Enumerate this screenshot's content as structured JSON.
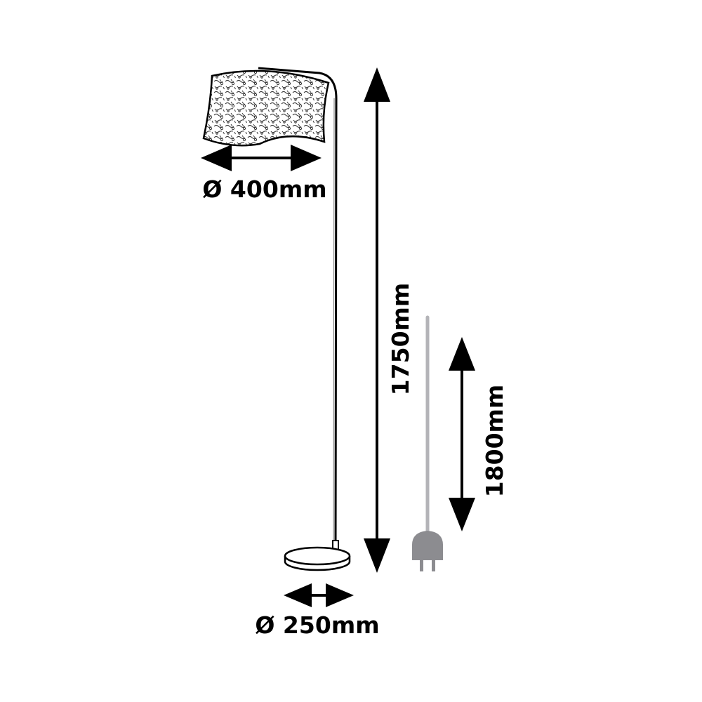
{
  "dimensions": {
    "shade_diameter": "Ø 400mm",
    "height": "1750mm",
    "cable_length": "1800mm",
    "base_diameter": "Ø 250mm"
  },
  "colors": {
    "line": "#000000",
    "cable": "#b4b4b8",
    "plug": "#8c8c90",
    "shade_texture": "#333333"
  },
  "icons": {
    "lamp": "floor-lamp-drawing",
    "plug": "power-plug-icon"
  }
}
